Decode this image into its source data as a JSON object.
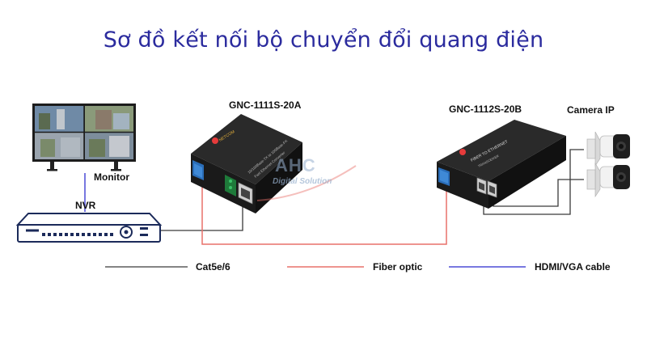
{
  "title": "Sơ đồ kết nối bộ chuyển đổi quang điện",
  "devices": {
    "monitor_label": "Monitor",
    "nvr_label": "NVR",
    "converter_a_label": "GNC-1111S-20A",
    "converter_b_label": "GNC-1112S-20B",
    "camera_label": "Camera IP"
  },
  "legend": {
    "cat5": "Cat5e/6",
    "fiber": "Fiber optic",
    "hdmi": "HDMI/VGA cable"
  },
  "watermark": {
    "brand": "AHC",
    "tagline": "Digital Solution"
  },
  "colors": {
    "title": "#2b2b9e",
    "cat5_line": "#3a3a3a",
    "fiber_line": "#e8706a",
    "hdmi_line": "#4b4bd6"
  },
  "icons": [
    "monitor-icon",
    "nvr-icon",
    "media-converter-icon",
    "camera-icon"
  ]
}
